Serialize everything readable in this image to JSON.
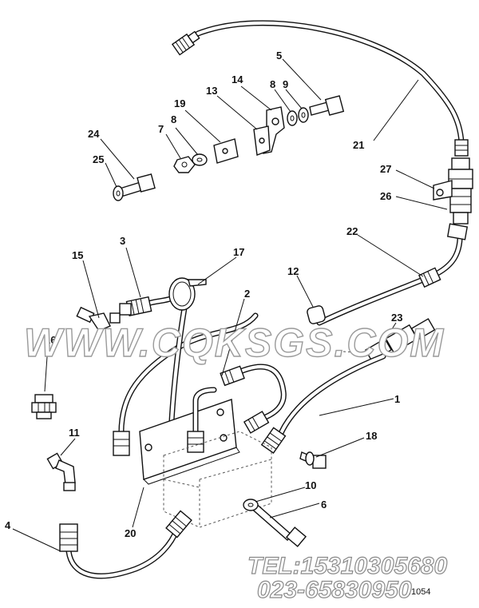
{
  "callouts": {
    "n1": "1",
    "n2": "2",
    "n3": "3",
    "n4": "4",
    "n5": "5",
    "n6": "6",
    "n7": "7",
    "n8a": "8",
    "n8b": "8",
    "n9": "9",
    "n10": "10",
    "n11": "11",
    "n12": "12",
    "n13": "13",
    "n14": "14",
    "n15": "15",
    "n16": "16",
    "n17": "17",
    "n18": "18",
    "n19": "19",
    "n20": "20",
    "n21": "21",
    "n22": "22",
    "n23": "23",
    "n24": "24",
    "n25": "25",
    "n26": "26",
    "n27": "27"
  },
  "watermark": "WWW.CQKSGS.COM",
  "footer": {
    "tel": "TEL:15310305680",
    "phone": "023-65830950",
    "code": "f1054"
  }
}
